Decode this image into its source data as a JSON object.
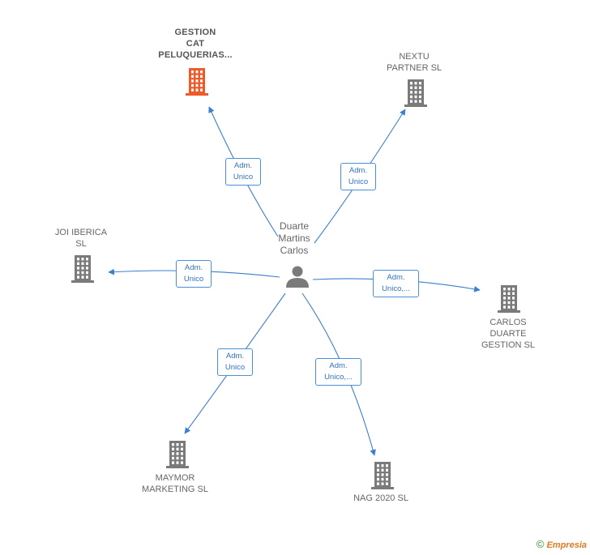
{
  "center": {
    "name": "Duarte\nMartins\nCarlos"
  },
  "companies": [
    {
      "id": "gestion",
      "name": "GESTION\nCAT\nPELUQUERIAS...",
      "highlight": true
    },
    {
      "id": "nextu",
      "name": "NEXTU\nPARTNER  SL",
      "highlight": false
    },
    {
      "id": "joi",
      "name": "JOI IBERICA\nSL",
      "highlight": false
    },
    {
      "id": "carlos",
      "name": "CARLOS\nDUARTE\nGESTION  SL",
      "highlight": false
    },
    {
      "id": "maymor",
      "name": "MAYMOR\nMARKETING SL",
      "highlight": false
    },
    {
      "id": "nag",
      "name": "NAG 2020  SL",
      "highlight": false
    }
  ],
  "relations": {
    "gestion": "Adm.\nUnico",
    "nextu": "Adm.\nUnico",
    "joi": "Adm.\nUnico",
    "carlos": "Adm.\nUnico,...",
    "maymor": "Adm.\nUnico",
    "nag": "Adm.\nUnico,..."
  },
  "colors": {
    "edge": "#3a7fd0",
    "building": "#7a7a7a",
    "building_highlight": "#f05a28"
  },
  "footer": {
    "copyright": "©",
    "brand": "Empresia"
  }
}
